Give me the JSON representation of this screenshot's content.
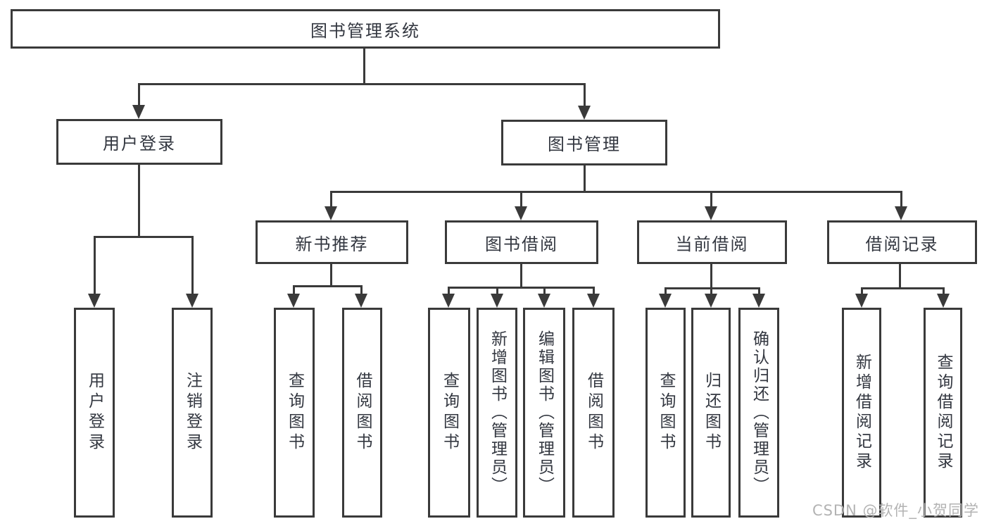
{
  "diagram": {
    "root": {
      "label": "图书管理系统"
    },
    "level2": [
      {
        "label": "用户登录"
      },
      {
        "label": "图书管理"
      }
    ],
    "level3": [
      {
        "label": "新书推荐"
      },
      {
        "label": "图书借阅"
      },
      {
        "label": "当前借阅"
      },
      {
        "label": "借阅记录"
      }
    ],
    "leaves": {
      "user_login": [
        {
          "label": "用户登录"
        },
        {
          "label": "注销登录"
        }
      ],
      "new_book": [
        {
          "label": "查询图书"
        },
        {
          "label": "借阅图书"
        }
      ],
      "book_borrow": [
        {
          "label": "查询图书"
        },
        {
          "label": "新增图书（管理员）"
        },
        {
          "label": "编辑图书（管理员）"
        },
        {
          "label": "借阅图书"
        }
      ],
      "current_borrow": [
        {
          "label": "查询图书"
        },
        {
          "label": "归还图书"
        },
        {
          "label": "确认归还（管理员）"
        }
      ],
      "borrow_record": [
        {
          "label": "新增借阅记录"
        },
        {
          "label": "查询借阅记录"
        }
      ]
    },
    "watermark": "CSDN @软件_小贺同学",
    "colors": {
      "line": "#3a3a3a",
      "text": "#333740",
      "background": "#ffffff"
    }
  }
}
